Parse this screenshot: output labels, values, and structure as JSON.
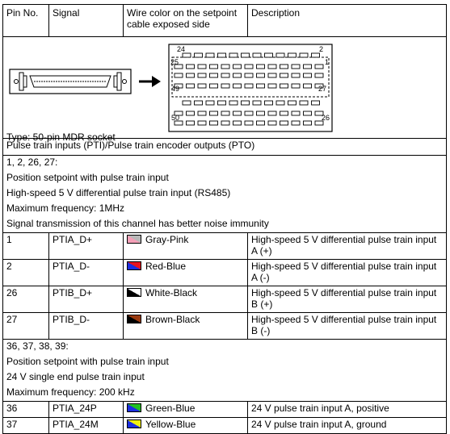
{
  "header": {
    "pin_no": "Pin No.",
    "signal": "Signal",
    "wire_color": "Wire color on the setpoint cable exposed side",
    "description": "Description"
  },
  "connector": {
    "type_label": "Type: 50-pin MDR socket",
    "pin_labels": {
      "top_left": "24",
      "top_right": "2",
      "row2_left": "25",
      "row2_right": "1",
      "row3_left": "49",
      "row3_right": "27",
      "bottom_left": "50",
      "bottom_right": "26"
    }
  },
  "section_pti": {
    "title": "Pulse train inputs (PTI)/Pulse train encoder outputs (PTO)",
    "notes": [
      "1, 2, 26, 27:",
      "Position setpoint with pulse train input",
      "High-speed 5 V differential pulse train input (RS485)",
      "Maximum frequency: 1MHz",
      "Signal transmission of this channel has better noise immunity"
    ],
    "rows": [
      {
        "pin": "1",
        "signal": "PTIA_D+",
        "color": "Gray-Pink",
        "c1": "#b8b8b8",
        "c2": "#f4a0b8",
        "description": "High-speed 5 V differential pulse train input A (+)"
      },
      {
        "pin": "2",
        "signal": "PTIA_D-",
        "color": "Red-Blue",
        "c1": "#e8141e",
        "c2": "#1c2ee0",
        "description": "High-speed 5 V differential pulse train input A (-)"
      },
      {
        "pin": "26",
        "signal": "PTIB_D+",
        "color": "White-Black",
        "c1": "#ffffff",
        "c2": "#000000",
        "description": "High-speed 5 V differential pulse train input B (+)"
      },
      {
        "pin": "27",
        "signal": "PTIB_D-",
        "color": "Brown-Black",
        "c1": "#9a3a10",
        "c2": "#000000",
        "description": "High-speed 5 V differential pulse train input B (-)"
      }
    ]
  },
  "section_24v": {
    "notes": [
      "36, 37, 38, 39:",
      "Position setpoint with pulse train input",
      "24 V single end pulse train input",
      "Maximum frequency: 200 kHz"
    ],
    "rows": [
      {
        "pin": "36",
        "signal": "PTIA_24P",
        "color": "Green-Blue",
        "c1": "#22c022",
        "c2": "#1c2ee0",
        "description": "24 V pulse train input A, positive"
      },
      {
        "pin": "37",
        "signal": "PTIA_24M",
        "color": "Yellow-Blue",
        "c1": "#f0f010",
        "c2": "#1c2ee0",
        "description": "24 V pulse train input A, ground"
      }
    ]
  }
}
